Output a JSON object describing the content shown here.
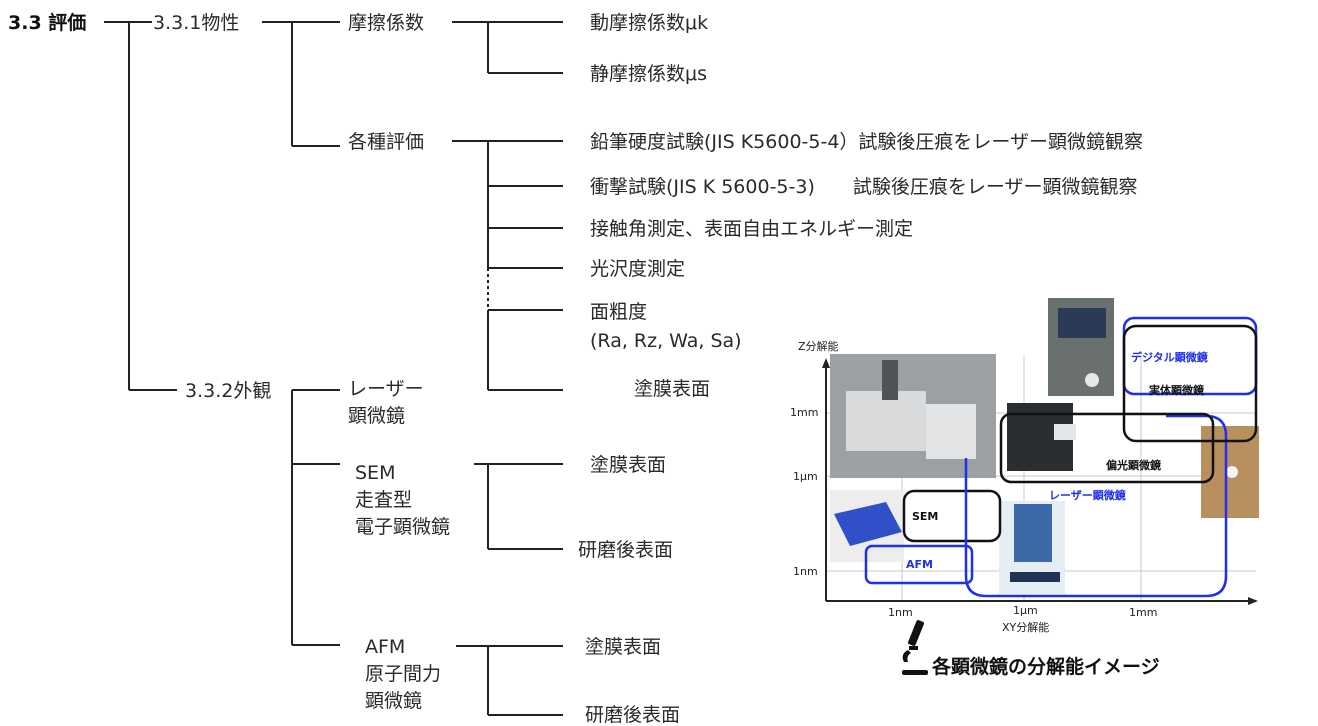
{
  "tree": {
    "root": "3.3 評価",
    "physical": "3.3.1物性",
    "appearance": "3.3.2外観",
    "friction": "摩擦係数",
    "dynamic_friction": "動摩擦係数μk",
    "static_friction": "静摩擦係数μs",
    "evaluations": "各種評価",
    "pencil_test": "鉛筆硬度試験(JIS K5600-5-4）試験後圧痕をレーザー顕微鏡観察",
    "impact_test": "衝撃試験(JIS K 5600-5-3)　　試験後圧痕をレーザー顕微鏡観察",
    "contact_angle": "接触角測定、表面自由エネルギー測定",
    "gloss": "光沢度測定",
    "roughness_1": "面粗度",
    "roughness_2": "(Ra, Rz, Wa, Sa)",
    "laser_1": "レーザー",
    "laser_2": "顕微鏡",
    "laser_coating": "塗膜表面",
    "sem_1": "SEM",
    "sem_2": "走査型",
    "sem_3": "電子顕微鏡",
    "sem_coating": "塗膜表面",
    "sem_polished": "研磨後表面",
    "afm_1": "AFM",
    "afm_2": "原子間力",
    "afm_3": "顕微鏡",
    "afm_coating": "塗膜表面",
    "afm_polished": "研磨後表面"
  },
  "figure": {
    "z_axis_label": "Z分解能",
    "z_ticks": [
      "1mm",
      "1μm",
      "1nm"
    ],
    "x_ticks": [
      "1nm",
      "1μm",
      "1mm"
    ],
    "xy_axis_label": "XY分解能",
    "labels": {
      "digital": "デジタル顕微鏡",
      "stereo": "実体顕微鏡",
      "polarizing": "偏光顕微鏡",
      "laser": "レーザー顕微鏡",
      "sem": "SEM",
      "afm": "AFM"
    },
    "caption": "各顕微鏡の分解能イメージ",
    "colors": {
      "blue": "#1f2ff0",
      "black": "#111111",
      "grid": "#c8c8c8"
    }
  },
  "icons": [
    "microscope-icon"
  ]
}
